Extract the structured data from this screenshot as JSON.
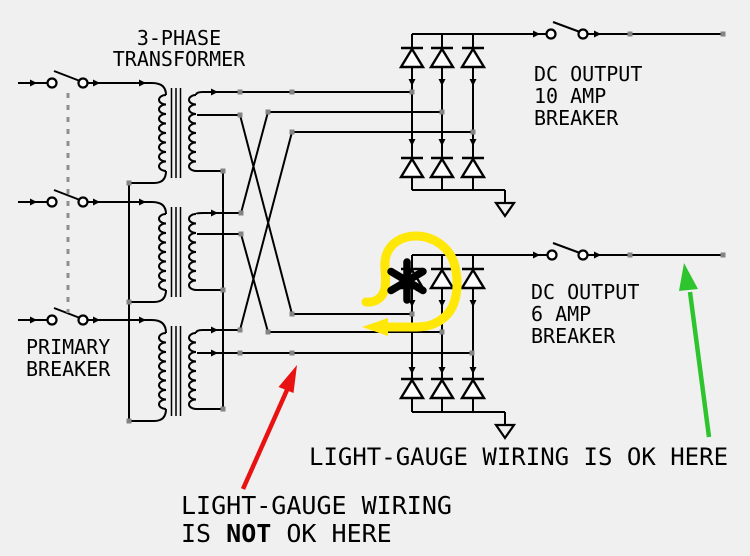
{
  "colors": {
    "background": "#F0F0F0",
    "wire": "#000000",
    "junction_marker": "#848484",
    "highlight_yellow": "#FFE707",
    "warning_red": "#E81212",
    "ok_green": "#2EC42E"
  },
  "diagram": {
    "transformer_label": {
      "line1": "3-PHASE",
      "line2": "TRANSFORMER"
    },
    "primary_breaker_label": {
      "line1": "PRIMARY",
      "line2": "BREAKER"
    },
    "dc_output_10a_label": {
      "line1": "DC OUTPUT",
      "line2": "10 AMP",
      "line3": "BREAKER"
    },
    "dc_output_6a_label": {
      "line1": "DC OUTPUT",
      "line2": "6 AMP",
      "line3": "BREAKER"
    }
  },
  "annotations": {
    "ok_note": "LIGHT-GAUGE WIRING IS OK HERE",
    "warn_note_line1": "LIGHT-GAUGE WIRING",
    "warn_note_is": "IS ",
    "warn_note_not": "NOT",
    "warn_note_rest": " OK HERE",
    "asterisk_marker": "*"
  }
}
